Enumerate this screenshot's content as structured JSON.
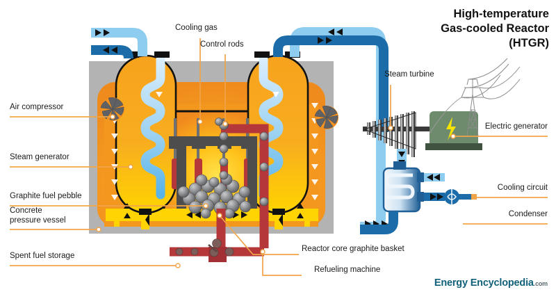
{
  "title": {
    "line1": "High-temperature",
    "line2": "Gas-cooled Reactor",
    "line3": "(HTGR)"
  },
  "brand": {
    "word1": "Energy",
    "word2": "Encyclopedia",
    "tld": ".com"
  },
  "labels": {
    "air_compressor": "Air compressor",
    "steam_generator": "Steam generator",
    "graphite_fuel_pebble": "Graphite fuel pebble",
    "concrete_pressure_vessel_l1": "Concrete",
    "concrete_pressure_vessel_l2": "pressure vessel",
    "spent_fuel_storage": "Spent fuel storage",
    "cooling_gas": "Cooling gas",
    "control_rods": "Control rods",
    "steam_turbine": "Steam turbine",
    "electric_generator": "Electric generator",
    "cooling_circuit": "Cooling circuit",
    "condenser": "Condenser",
    "reactor_core_graphite_basket": "Reactor core graphite basket",
    "refueling_machine": "Refueling machine"
  },
  "colors": {
    "concrete_gray": "#b3b3b3",
    "hot_orange": "#f29222",
    "hot_yellow": "#ffd400",
    "vessel_orange": "#f5a11e",
    "pipe_light_blue": "#8ecdf0",
    "pipe_dark_blue": "#1b6ca8",
    "refuel_red": "#b5373a",
    "pebble_gray": "#8a8c8f",
    "rod_dark": "#4d4d4d",
    "generator_green": "#6f8b6e",
    "bolt_yellow": "#f5e400",
    "leader_orange": "#f0a44a",
    "brand_teal": "#1b7a96",
    "condenser_blue": "#2a6ea8",
    "pylon_gray": "#8c8c8c"
  },
  "flow_arrows": {
    "top_left_light": "◀◀",
    "top_left_dark": "▶▶",
    "top_right_light": "▶▶",
    "top_right_dark": "◀◀",
    "core_left": "◀◀",
    "core_right": "▶▶",
    "condenser_out": "▶▶",
    "condenser_in": "◀◀",
    "condenser_return": "◀◀◀"
  }
}
